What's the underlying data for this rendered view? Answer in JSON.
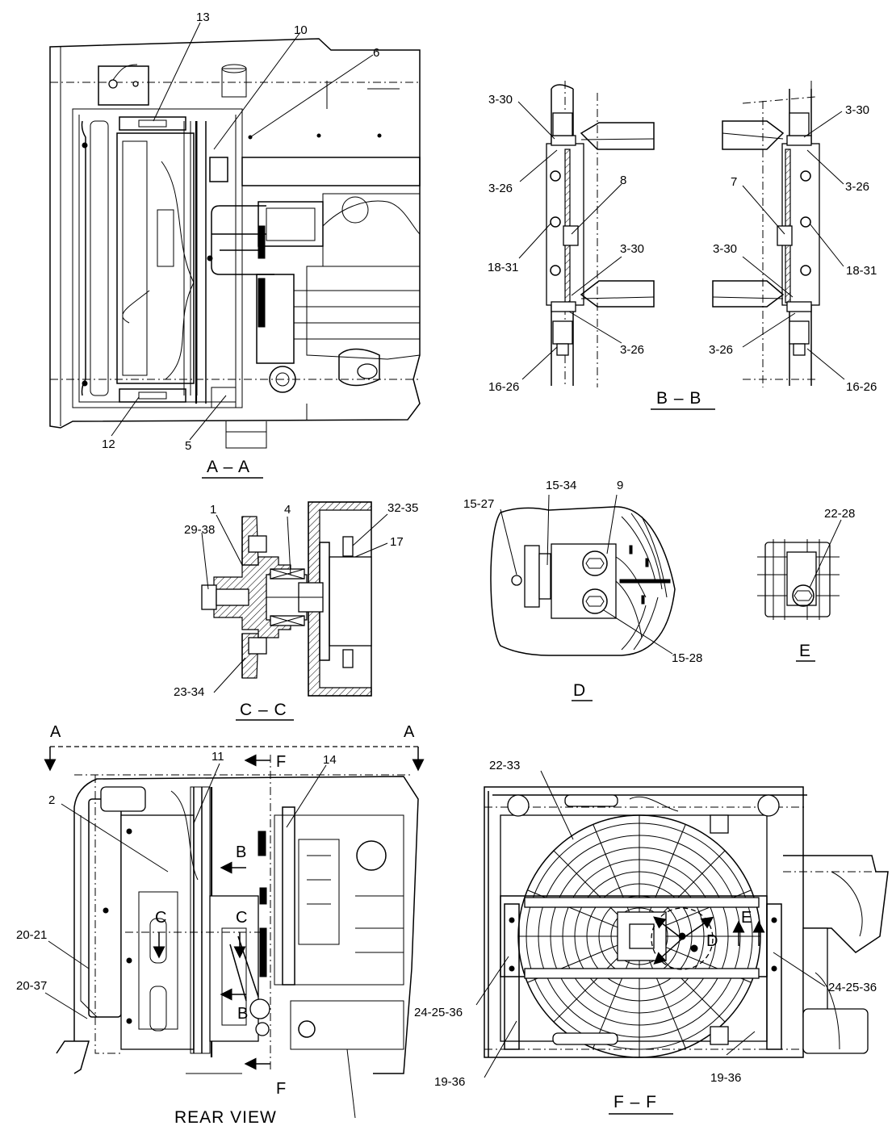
{
  "views": {
    "aa": {
      "title": "A – A"
    },
    "bb": {
      "title": "B – B"
    },
    "cc": {
      "title": "C – C"
    },
    "d": {
      "title": "D"
    },
    "e": {
      "title": "E"
    },
    "rear": {
      "title": "REAR  VIEW"
    },
    "ff": {
      "title": "F – F"
    }
  },
  "section_markers": {
    "a": "A",
    "b": "B",
    "c": "C",
    "d": "D",
    "e": "E",
    "f": "F"
  },
  "callouts": {
    "aa": [
      "13",
      "10",
      "6",
      "12",
      "5"
    ],
    "bb": [
      "3-30",
      "3-26",
      "8",
      "18-31",
      "3-30",
      "3-26",
      "16-26",
      "3-30",
      "3-26",
      "7",
      "3-30",
      "18-31",
      "3-26",
      "16-26"
    ],
    "cc": [
      "4",
      "1",
      "32-35",
      "29-38",
      "17",
      "23-34"
    ],
    "d": [
      "15-34",
      "9",
      "15-27",
      "15-28"
    ],
    "e": [
      "22-28"
    ],
    "rear": [
      "11",
      "14",
      "2",
      "20-21",
      "20-37"
    ],
    "ff": [
      "22-33",
      "24-25-36",
      "24-25-36",
      "19-36",
      "19-36"
    ]
  }
}
